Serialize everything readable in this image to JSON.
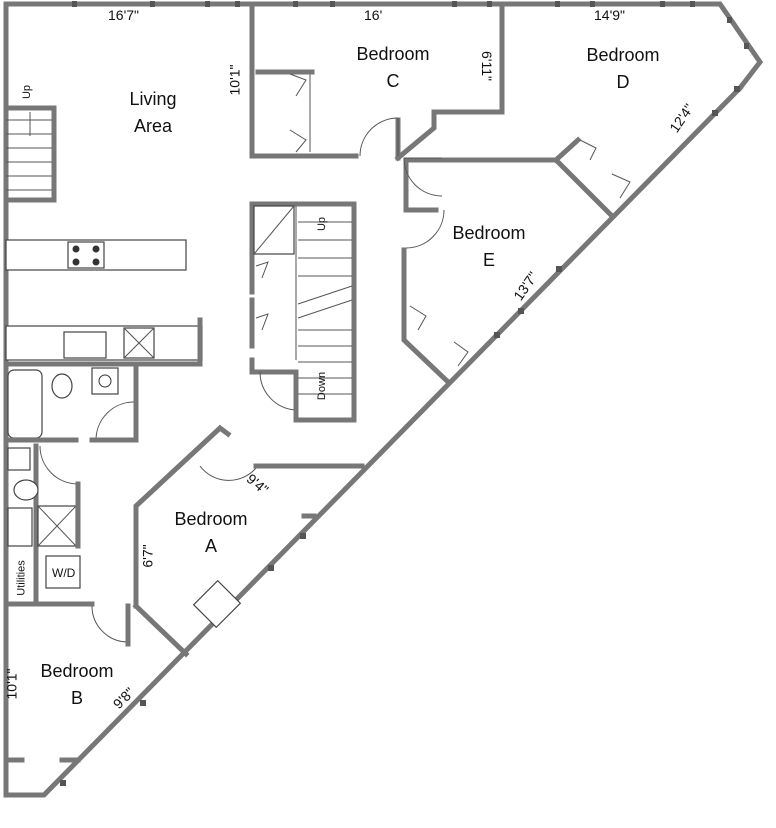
{
  "rooms": {
    "living": [
      "Living",
      "Area"
    ],
    "bedroom_a": [
      "Bedroom",
      "A"
    ],
    "bedroom_b": [
      "Bedroom",
      "B"
    ],
    "bedroom_c": [
      "Bedroom",
      "C"
    ],
    "bedroom_d": [
      "Bedroom",
      "D"
    ],
    "bedroom_e": [
      "Bedroom",
      "E"
    ]
  },
  "dimensions": {
    "top_left": "16'7\"",
    "top_mid": "16'",
    "top_right": "14'9\"",
    "bed_c_left": "10'1\"",
    "bed_c_right": "6'11\"",
    "bed_d_diag": "12'4\"",
    "bed_e_diag": "13'7\"",
    "bed_a_top": "9'4\"",
    "bed_a_left": "6'7\"",
    "bed_b_left": "10'1\"",
    "bed_b_diag": "9'8\""
  },
  "stairs": {
    "left_up": "Up",
    "center_up": "Up",
    "center_down": "Down"
  },
  "utility": {
    "utilities": "Utilities",
    "washer_dryer": "W/D"
  }
}
